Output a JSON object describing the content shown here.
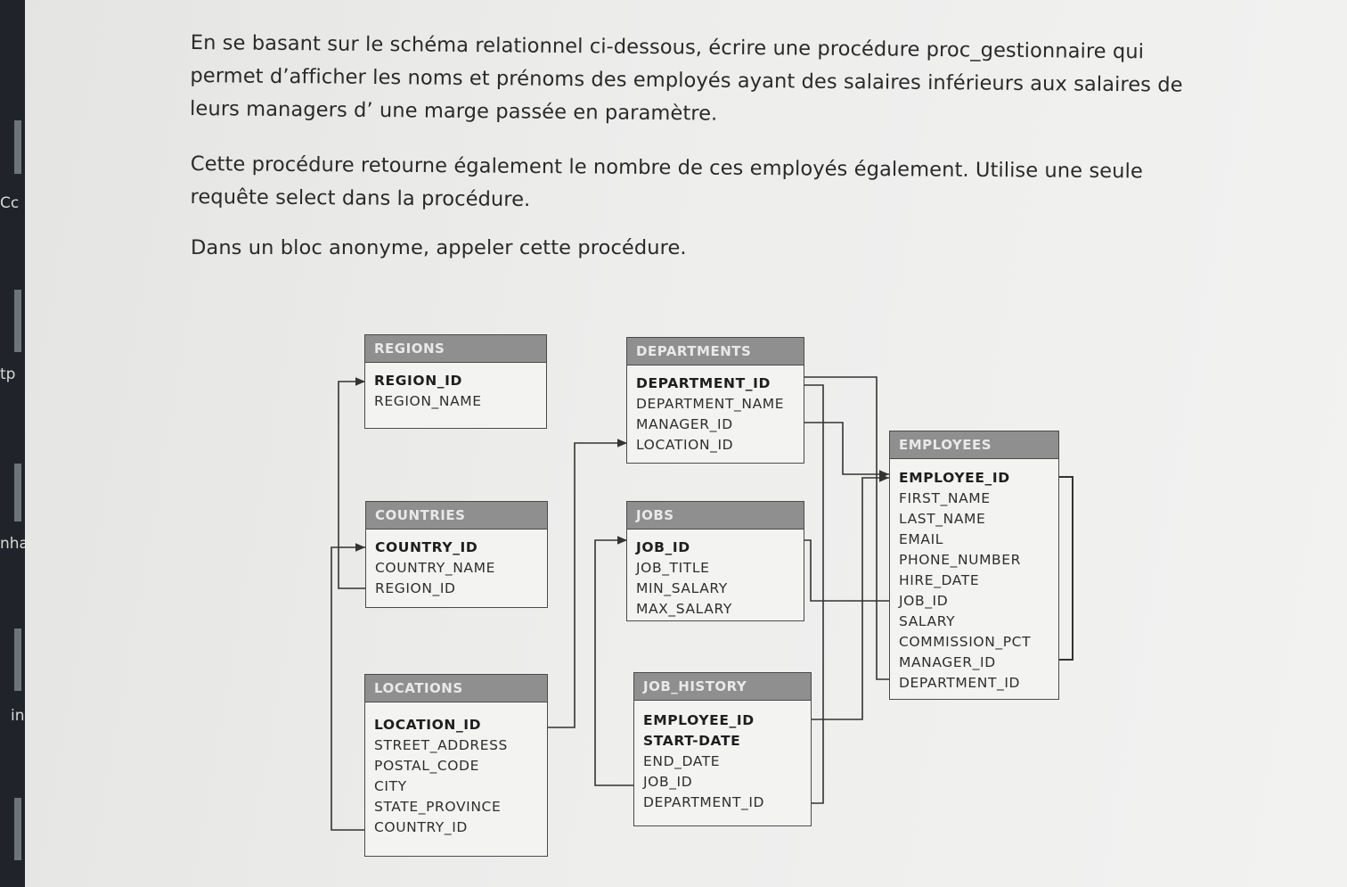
{
  "left_strip": {
    "fragments": [
      "Cc",
      "tp",
      "nha",
      "in"
    ]
  },
  "exercise": {
    "paragraph_1": "En se basant sur le schéma relationnel ci-dessous, écrire une procédure proc_gestionnaire qui permet d’afficher les noms et prénoms des employés ayant des salaires inférieurs aux salaires de leurs managers d’ une marge passée en paramètre.",
    "paragraph_2": "Cette procédure retourne également le nombre de ces employés également. Utilise une seule requête select dans la procédure.",
    "paragraph_3": "Dans un bloc anonyme, appeler cette procédure."
  },
  "schema": {
    "regions": {
      "title": "REGIONS",
      "columns": [
        "REGION_ID",
        "REGION_NAME"
      ]
    },
    "countries": {
      "title": "COUNTRIES",
      "columns": [
        "COUNTRY_ID",
        "COUNTRY_NAME",
        "REGION_ID"
      ]
    },
    "locations": {
      "title": "LOCATIONS",
      "columns": [
        "LOCATION_ID",
        "STREET_ADDRESS",
        "POSTAL_CODE",
        "CITY",
        "STATE_PROVINCE",
        "COUNTRY_ID"
      ]
    },
    "departments": {
      "title": "DEPARTMENTS",
      "columns": [
        "DEPARTMENT_ID",
        "DEPARTMENT_NAME",
        "MANAGER_ID",
        "LOCATION_ID"
      ]
    },
    "jobs": {
      "title": "JOBS",
      "columns": [
        "JOB_ID",
        "JOB_TITLE",
        "MIN_SALARY",
        "MAX_SALARY"
      ]
    },
    "job_history": {
      "title": "JOB_HISTORY",
      "columns": [
        "EMPLOYEE_ID",
        "START-DATE",
        "END_DATE",
        "JOB_ID",
        "DEPARTMENT_ID"
      ]
    },
    "employees": {
      "title": "EMPLOYEES",
      "columns": [
        "EMPLOYEE_ID",
        "FIRST_NAME",
        "LAST_NAME",
        "EMAIL",
        "PHONE_NUMBER",
        "HIRE_DATE",
        "JOB_ID",
        "SALARY",
        "COMMISSION_PCT",
        "MANAGER_ID",
        "DEPARTMENT_ID"
      ]
    }
  }
}
